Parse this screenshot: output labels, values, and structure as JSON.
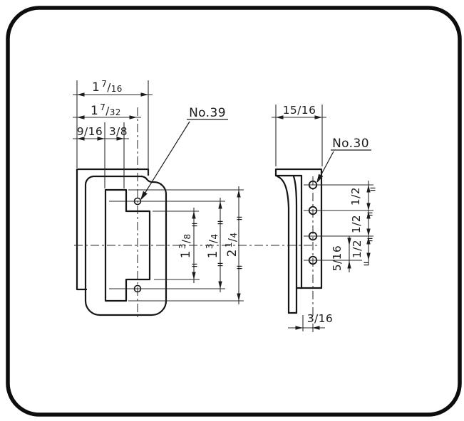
{
  "colors": {
    "background": "#ffffff",
    "ink": "#1c1c1c",
    "outline": "#151515",
    "border": "#0d0d0d"
  },
  "views": {
    "left": {
      "label": "No.39",
      "hole_count": 2,
      "dims": {
        "width_overall": {
          "whole": "1",
          "num": "7",
          "den": "16"
        },
        "width_to_hole": {
          "whole": "1",
          "num": "7",
          "den": "32"
        },
        "edge_to_slot": "9/16",
        "slot_width": "3/8",
        "slot_bump_height": {
          "whole": "1",
          "num": "3",
          "den": "8"
        },
        "hole_spacing": {
          "whole": "1",
          "num": "3",
          "den": "4"
        },
        "slot_height": {
          "whole": "2",
          "num": "1",
          "den": "4"
        }
      }
    },
    "right": {
      "label": "No.30",
      "hole_count": 4,
      "dims": {
        "flange_width": "15/16",
        "hole_pitch_1": "1/2",
        "hole_pitch_2": "1/2",
        "hole_pitch_3": "1/2",
        "center_to_hole": "5/16",
        "web_offset": "3/16"
      }
    }
  }
}
